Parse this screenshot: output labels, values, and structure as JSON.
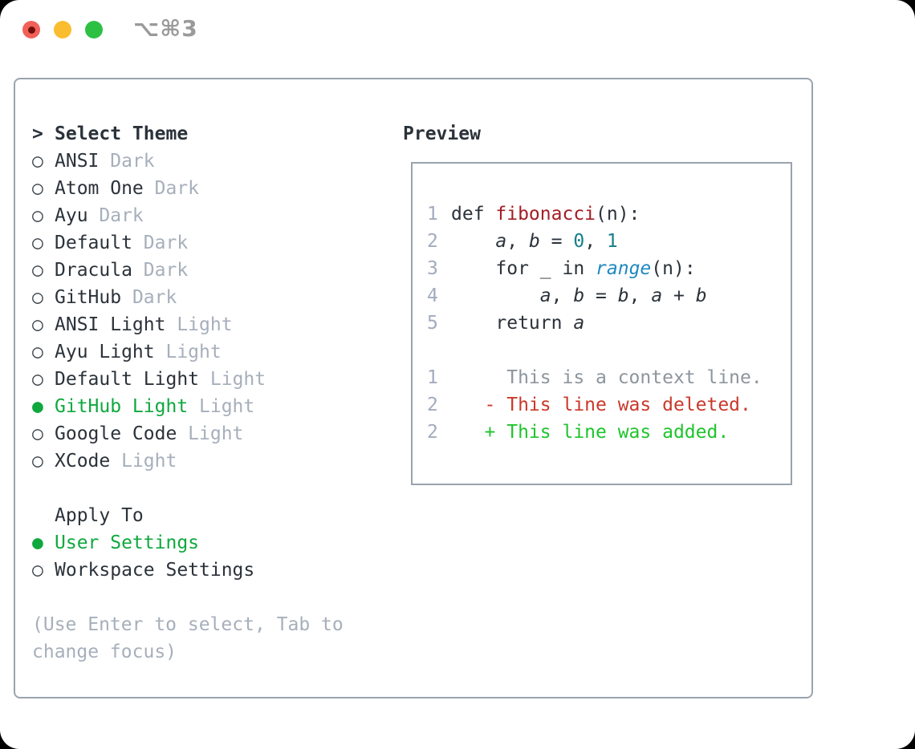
{
  "window": {
    "title": "⌥⌘3",
    "traffic_lights": [
      {
        "icon": "close-icon"
      },
      {
        "icon": "minimize-icon"
      },
      {
        "icon": "zoom-icon"
      }
    ]
  },
  "theme_picker": {
    "prompt": ">",
    "title": "Select Theme",
    "radio_unselected_icon": "○",
    "radio_selected_icon": "●",
    "items": [
      {
        "label": "ANSI",
        "badge": "Dark",
        "selected": false
      },
      {
        "label": "Atom One",
        "badge": "Dark",
        "selected": false
      },
      {
        "label": "Ayu",
        "badge": "Dark",
        "selected": false
      },
      {
        "label": "Default",
        "badge": "Dark",
        "selected": false
      },
      {
        "label": "Dracula",
        "badge": "Dark",
        "selected": false
      },
      {
        "label": "GitHub",
        "badge": "Dark",
        "selected": false
      },
      {
        "label": "ANSI Light",
        "badge": "Light",
        "selected": false
      },
      {
        "label": "Ayu Light",
        "badge": "Light",
        "selected": false
      },
      {
        "label": "Default Light",
        "badge": "Light",
        "selected": false
      },
      {
        "label": "GitHub Light",
        "badge": "Light",
        "selected": true
      },
      {
        "label": "Google Code",
        "badge": "Light",
        "selected": false
      },
      {
        "label": "XCode",
        "badge": "Light",
        "selected": false
      }
    ]
  },
  "apply_to": {
    "title": "Apply To",
    "options": [
      {
        "label": "User Settings",
        "selected": true
      },
      {
        "label": "Workspace Settings",
        "selected": false
      }
    ]
  },
  "hint": {
    "line1": "(Use Enter to select, Tab to",
    "line2": "change focus)"
  },
  "preview": {
    "title": "Preview",
    "lines": [
      {
        "num": "1",
        "tokens": [
          {
            "t": "def ",
            "c": "kw"
          },
          {
            "t": "fibonacci",
            "c": "fn"
          },
          {
            "t": "(n):",
            "c": "p"
          }
        ]
      },
      {
        "num": "2",
        "tokens": [
          {
            "t": "    ",
            "c": "p"
          },
          {
            "t": "a",
            "c": "var"
          },
          {
            "t": ", ",
            "c": "p"
          },
          {
            "t": "b",
            "c": "var"
          },
          {
            "t": " = ",
            "c": "p"
          },
          {
            "t": "0",
            "c": "num"
          },
          {
            "t": ", ",
            "c": "p"
          },
          {
            "t": "1",
            "c": "num"
          }
        ]
      },
      {
        "num": "3",
        "tokens": [
          {
            "t": "    ",
            "c": "p"
          },
          {
            "t": "for",
            "c": "kw"
          },
          {
            "t": " _ ",
            "c": "p"
          },
          {
            "t": "in",
            "c": "kw"
          },
          {
            "t": " ",
            "c": "p"
          },
          {
            "t": "range",
            "c": "call"
          },
          {
            "t": "(n):",
            "c": "p"
          }
        ]
      },
      {
        "num": "4",
        "tokens": [
          {
            "t": "        ",
            "c": "p"
          },
          {
            "t": "a",
            "c": "var"
          },
          {
            "t": ", ",
            "c": "p"
          },
          {
            "t": "b",
            "c": "var"
          },
          {
            "t": " = ",
            "c": "p"
          },
          {
            "t": "b",
            "c": "var"
          },
          {
            "t": ", ",
            "c": "p"
          },
          {
            "t": "a",
            "c": "var"
          },
          {
            "t": " + ",
            "c": "p"
          },
          {
            "t": "b",
            "c": "var"
          }
        ]
      },
      {
        "num": "5",
        "tokens": [
          {
            "t": "    ",
            "c": "p"
          },
          {
            "t": "return",
            "c": "kw"
          },
          {
            "t": " ",
            "c": "p"
          },
          {
            "t": "a",
            "c": "var"
          }
        ]
      },
      {
        "num": "",
        "tokens": []
      },
      {
        "num": "1",
        "tokens": [
          {
            "t": "     This is a context line.",
            "c": "ctx"
          }
        ]
      },
      {
        "num": "2",
        "tokens": [
          {
            "t": "   - This line was deleted.",
            "c": "del"
          }
        ]
      },
      {
        "num": "2",
        "tokens": [
          {
            "t": "   + This line was added.",
            "c": "add"
          }
        ]
      }
    ]
  },
  "colors": {
    "text": "#2b323a",
    "muted": "#a6afbb",
    "marker": "#3a424a",
    "selection_green": "#0fa83e",
    "added_green": "#1ec42c",
    "deleted_red": "#c9392b",
    "function_red": "#a31d24",
    "number_teal": "#177e8a",
    "builtin_blue": "#2089c0",
    "line_number": "#a2abbd",
    "context_gray": "#8d959d",
    "border": "#9aa3ae",
    "title_gray": "#9a9a9a",
    "light_red": "#f2605a",
    "light_red_dot": "#71100b",
    "light_yellow": "#fabd2f",
    "light_green": "#2ec043"
  }
}
